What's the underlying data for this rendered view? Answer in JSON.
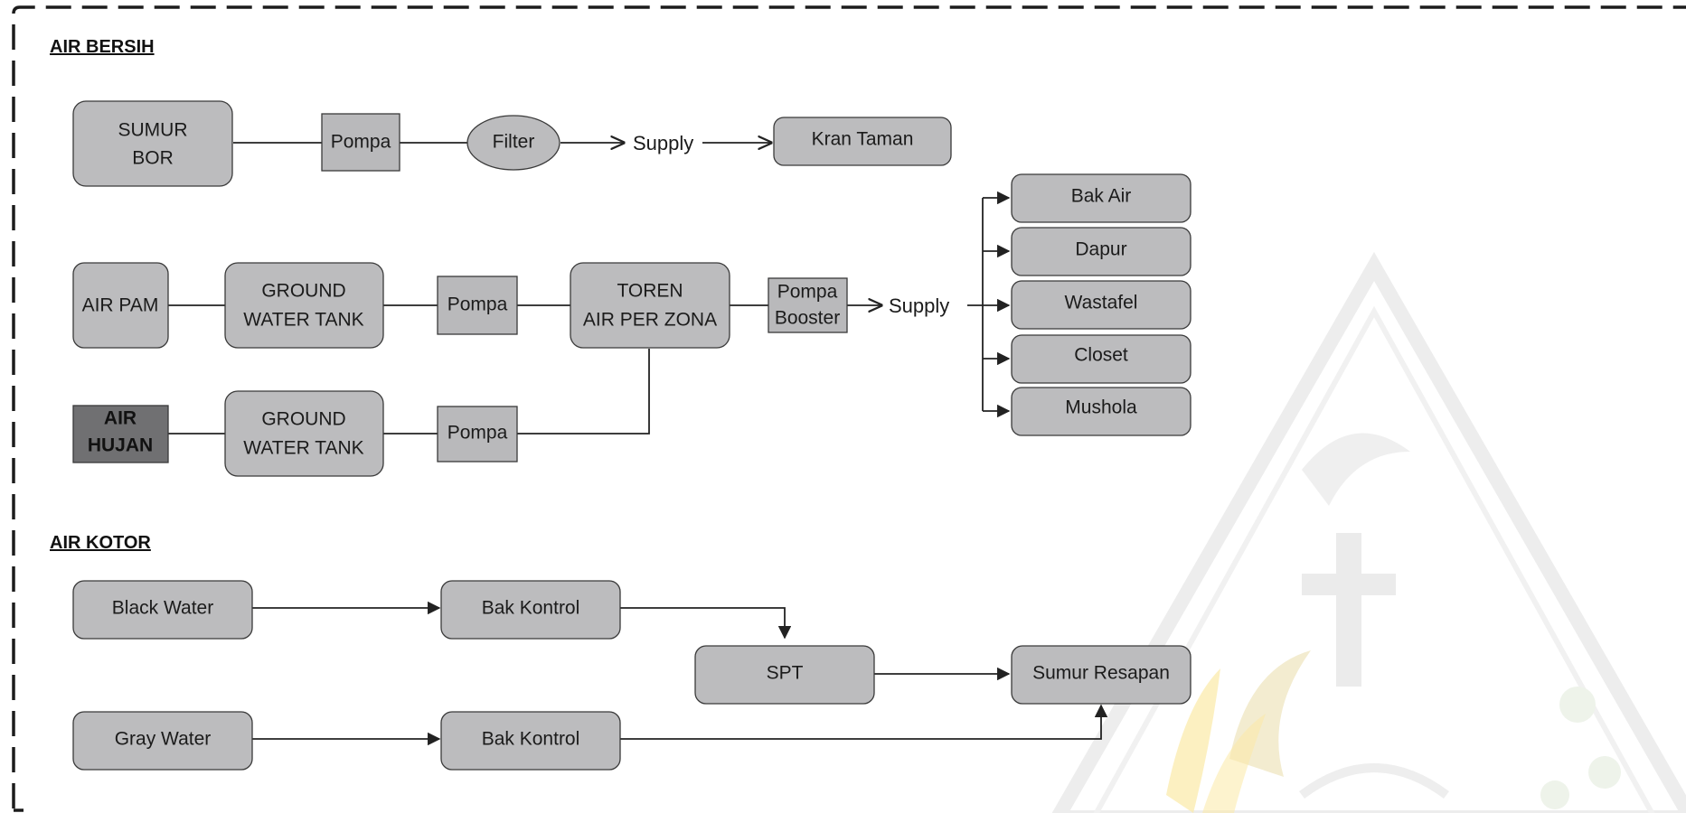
{
  "sections": {
    "clean_water": "AIR BERSIH",
    "dirty_water": "AIR KOTOR"
  },
  "nodes": {
    "sumur_bor": [
      "SUMUR",
      "BOR"
    ],
    "pompa_1": "Pompa",
    "filter": "Filter",
    "supply_1": "Supply",
    "kran_taman": "Kran Taman",
    "air_pam": "AIR PAM",
    "gwt_1": [
      "GROUND",
      "WATER TANK"
    ],
    "pompa_2": "Pompa",
    "toren": [
      "TOREN",
      "AIR PER ZONA"
    ],
    "pompa_booster": [
      "Pompa",
      "Booster"
    ],
    "supply_2": "Supply",
    "air_hujan": [
      "AIR",
      "HUJAN"
    ],
    "gwt_2": [
      "GROUND",
      "WATER TANK"
    ],
    "pompa_3": "Pompa",
    "outlets": [
      "Bak Air",
      "Dapur",
      "Wastafel",
      "Closet",
      "Mushola"
    ],
    "black_water": "Black Water",
    "bak_kontrol_1": "Bak Kontrol",
    "spt": "SPT",
    "sumur_resapan": "Sumur Resapan",
    "gray_water": "Gray Water",
    "bak_kontrol_2": "Bak Kontrol"
  },
  "colors": {
    "node_fill": "#bcbcbe",
    "node_dark_fill": "#707072",
    "stroke": "#3a3a3a",
    "watermark_gray": "#ececec",
    "watermark_yellow": "#fbe9a6"
  }
}
